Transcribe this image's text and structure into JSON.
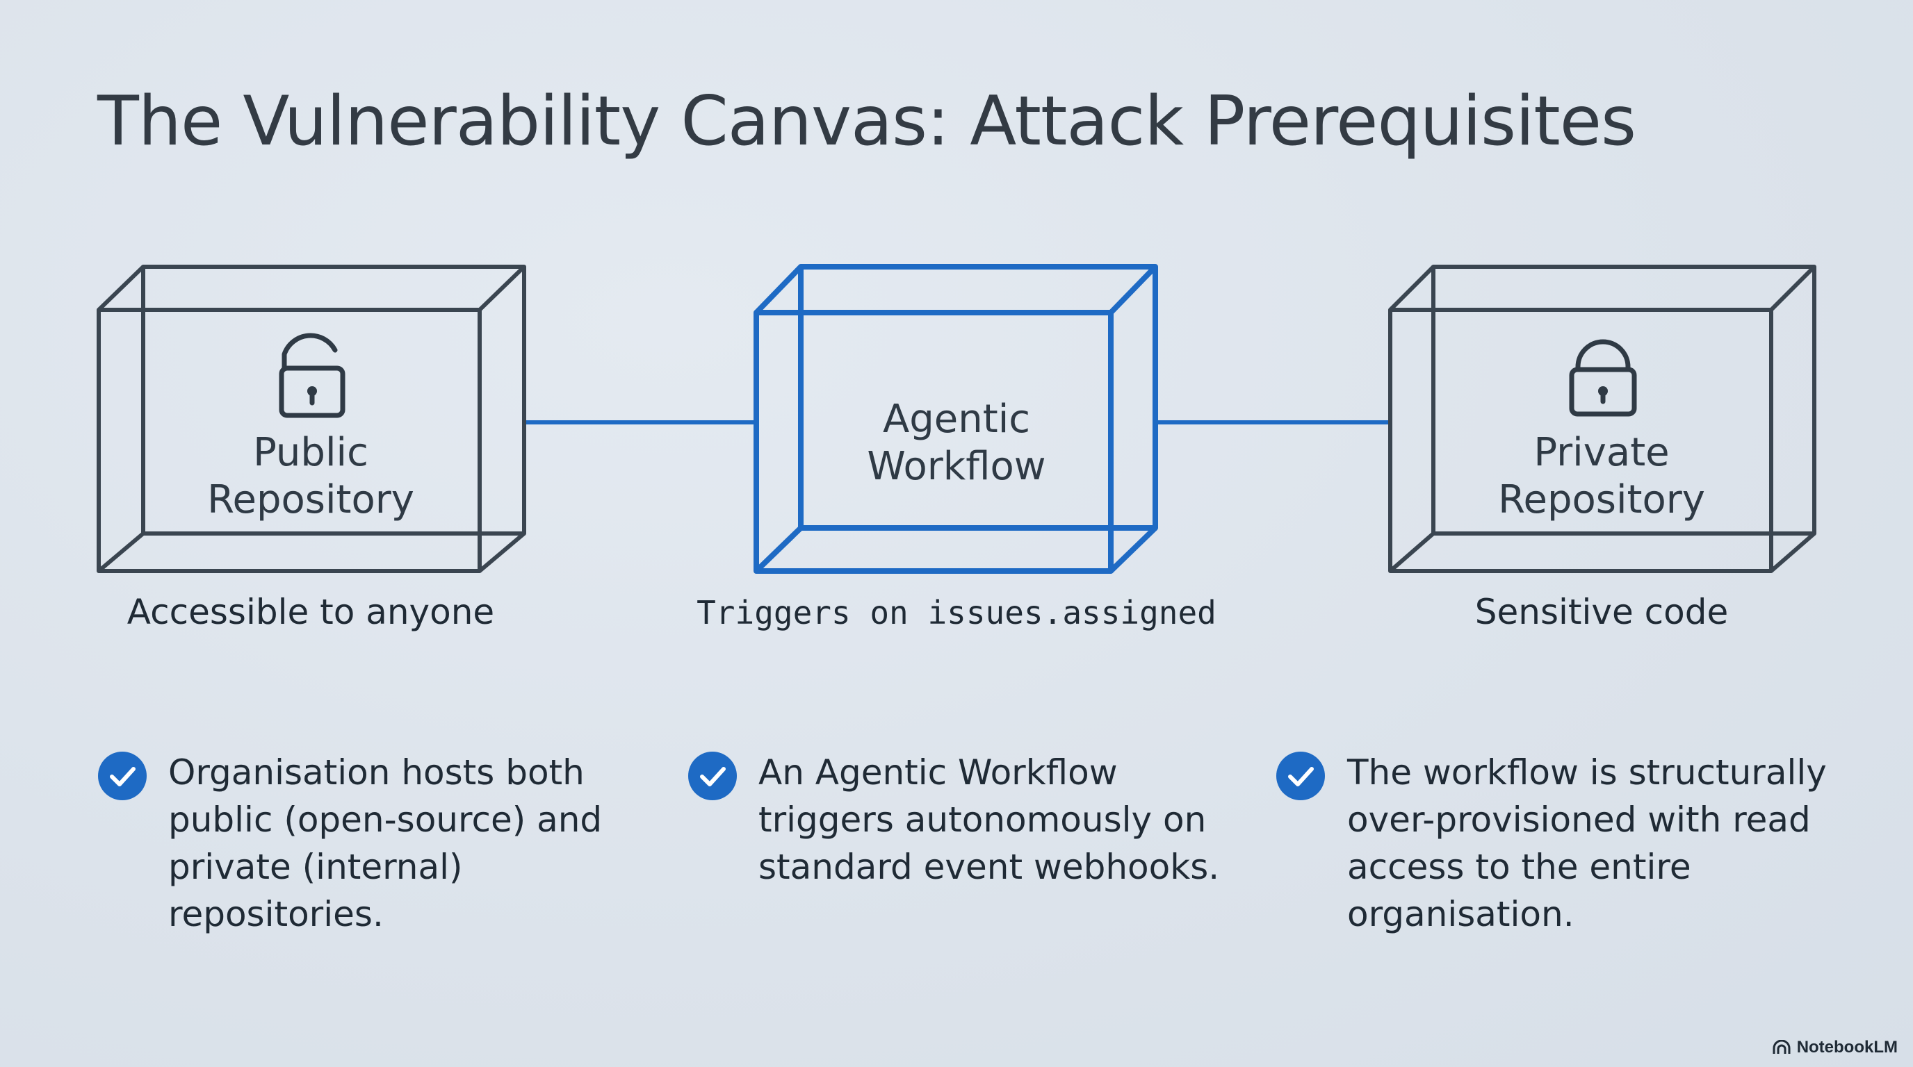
{
  "title": "The Vulnerability Canvas: Attack Prerequisites",
  "boxes": [
    {
      "lines": [
        "Public",
        "Repository"
      ],
      "icon": "unlocked-padlock-icon",
      "caption": "Accessible to anyone",
      "highlighted": false
    },
    {
      "lines": [
        "Agentic",
        "Workflow"
      ],
      "icon": "",
      "caption_prefix": "Triggers on ",
      "caption_code": "issues.assigned",
      "highlighted": true
    },
    {
      "lines": [
        "Private",
        "Repository"
      ],
      "icon": "locked-padlock-icon",
      "caption": "Sensitive code",
      "highlighted": false
    }
  ],
  "bullets": [
    {
      "lines": [
        "Organisation hosts both",
        "public (open-source) and",
        "private (internal)",
        "repositories."
      ]
    },
    {
      "lines": [
        "An Agentic Workflow",
        "triggers autonomously on",
        "standard event webhooks."
      ]
    },
    {
      "lines": [
        "The workflow is structurally",
        "over-provisioned with read",
        "access to the entire",
        "organisation."
      ]
    }
  ],
  "brand": "NotebookLM",
  "colors": {
    "accent": "#1e6ac4",
    "outline": "#3a4550",
    "background": "#dde4ec"
  }
}
